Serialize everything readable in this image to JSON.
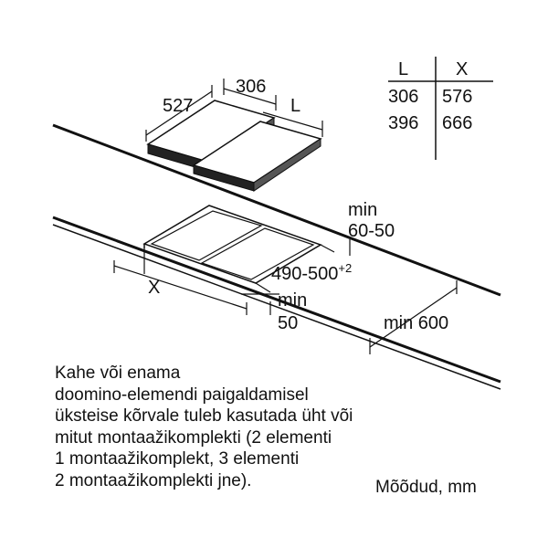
{
  "table": {
    "headers": [
      "L",
      "X"
    ],
    "rows": [
      [
        "306",
        "576"
      ],
      [
        "396",
        "666"
      ]
    ]
  },
  "dimensions": {
    "depth": "527",
    "width": "306",
    "length_var": "L",
    "cutout_width_var": "X",
    "min_front": "min",
    "min_front_value": "60-50",
    "cutout_depth": "490-500",
    "cutout_depth_sup": "+2",
    "min_side": "min",
    "min_side_value": "50",
    "min_back": "min 600"
  },
  "note": {
    "lines": [
      "Kahe või enama",
      "doomino-elemendi paigaldamisel",
      "üksteise kõrvale tuleb kasutada üht või",
      "mitut montaažikomplekti (2 elementi",
      "1 montaažikomplekt, 3 elementi",
      "2 montaažikomplekti jne)."
    ]
  },
  "units": "Mõõdud, mm"
}
